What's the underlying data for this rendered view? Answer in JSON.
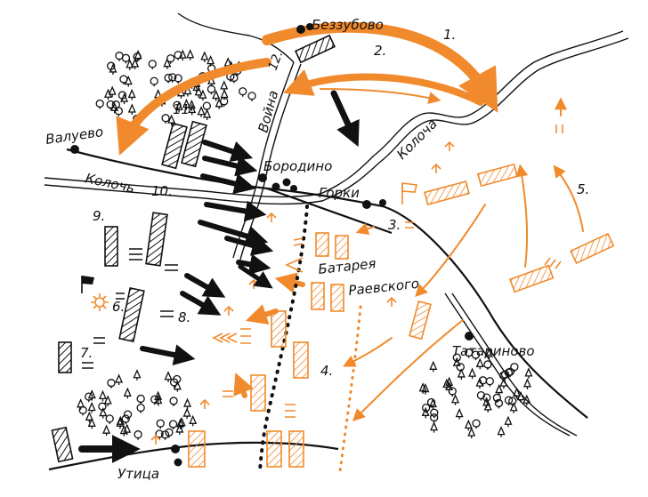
{
  "colors": {
    "black": "#111111",
    "orange": "#f08a2c",
    "orange_light": "#f7b57a"
  },
  "places": {
    "bezzubovo": "Беззубово",
    "valuevo": "Валуево",
    "borodino": "Бородино",
    "gorki": "Горки",
    "tatarinovo": "Татариново",
    "utitsa": "Утица"
  },
  "rivers": {
    "kolocha_left": "Колочь",
    "kolocha_right": "Колоча",
    "voina": "Война"
  },
  "labels": {
    "battery_line1": "Батарея",
    "battery_line2": "Раевского"
  },
  "numbers": {
    "n1": "1.",
    "n2": "2.",
    "n3": "3.",
    "n4": "4.",
    "n5": "5.",
    "n6": "6.",
    "n7": "7.",
    "n8": "8.",
    "n9": "9.",
    "n10": "10.",
    "n11": "11",
    "n12": "12."
  },
  "icons": [
    "forest-icon",
    "flag-icon",
    "sun-icon",
    "army-arrow-icon",
    "unit-rectangle-icon"
  ]
}
